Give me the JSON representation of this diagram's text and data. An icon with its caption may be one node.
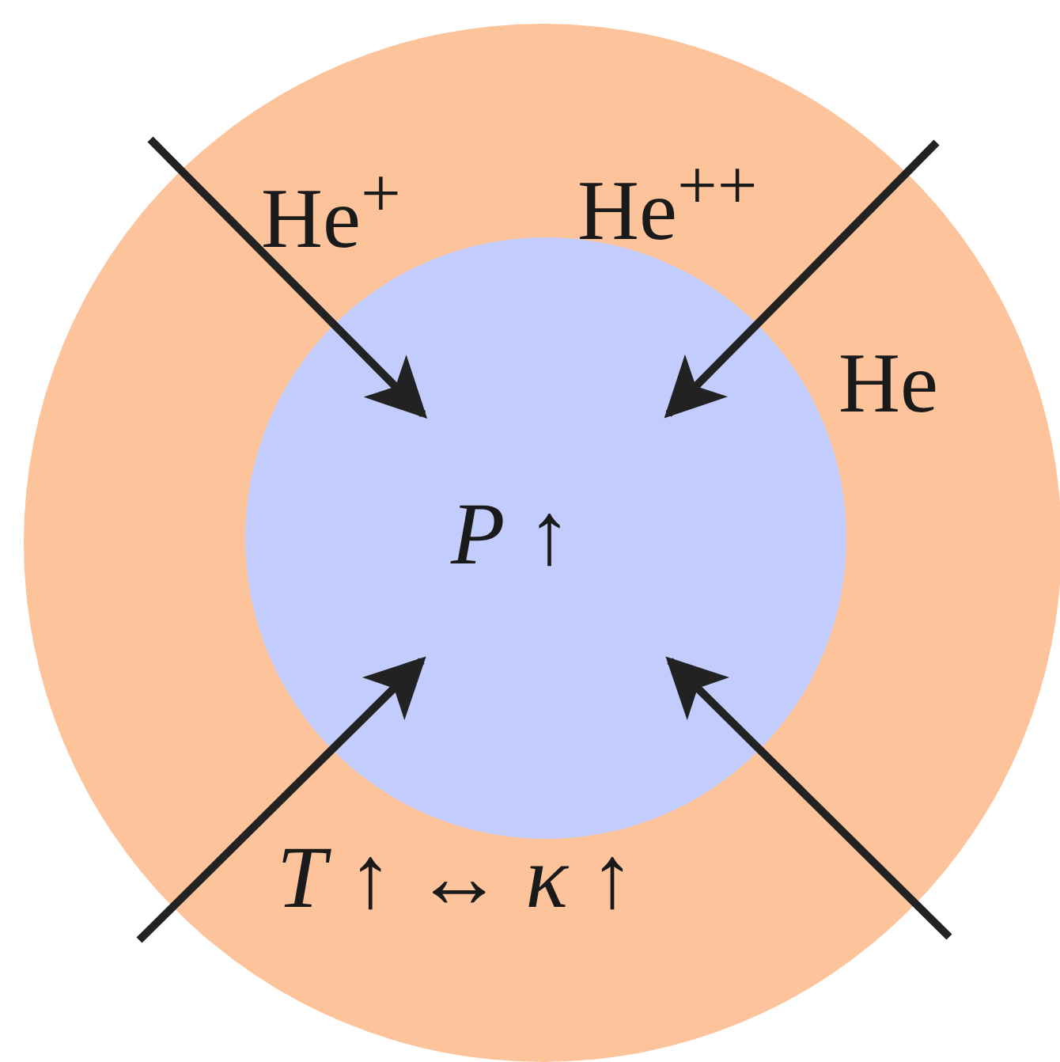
{
  "diagram": {
    "nodes": [
      {
        "text": [
          "He$^{+}$",
          "He$^{++}$",
          "He",
          "*T* ↑ ↔ *κ* ↑"
        ]
      },
      {
        "text": [
          "*P* ↑"
        ],
        "in": 0
      }
    ],
    "edges": [
      {
        "from": null,
        "to": 1,
        "arrow": "to"
      },
      {
        "from": null,
        "to": 1,
        "arrow": "to"
      },
      {
        "from": null,
        "to": 1,
        "arrow": "to"
      },
      {
        "from": null,
        "to": 1,
        "arrow": "to"
      }
    ]
  }
}
